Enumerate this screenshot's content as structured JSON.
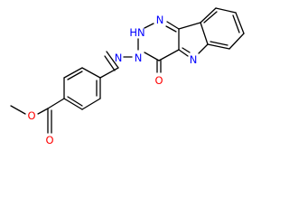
{
  "molecule": {
    "atoms": {
      "o_ester_single": "O",
      "o_ester_double": "O",
      "n_imine": "N",
      "n_hydrazone": "N",
      "n_nh": "HN",
      "n_triazine": "N",
      "o_ketone": "O",
      "n_indole": "N"
    },
    "colors": {
      "bond": "#000000",
      "oxygen": "#ff0000",
      "nitrogen": "#0000ff"
    }
  }
}
